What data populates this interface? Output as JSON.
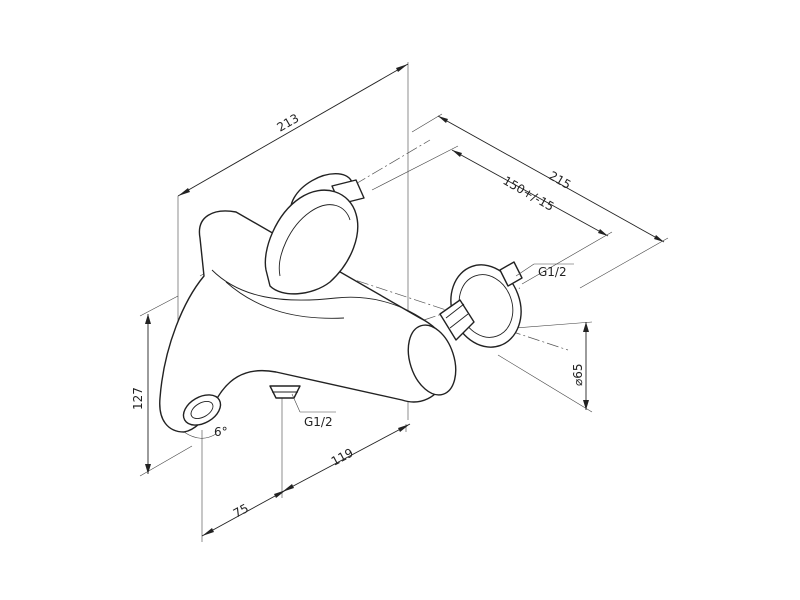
{
  "dimensions": {
    "width_213": "213",
    "width_215": "215",
    "spacing_150": "150+/-15",
    "thread_inlet": "G1/2",
    "thread_outlet": "G1/2",
    "diameter_65": "⌀65",
    "height_127": "127",
    "angle_6": "6°",
    "depth_119": "119",
    "depth_75": "75"
  }
}
